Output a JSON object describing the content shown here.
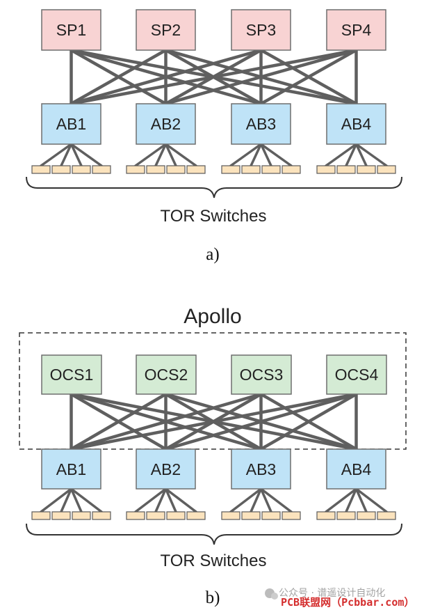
{
  "diagram_a": {
    "spine": [
      {
        "label": "SP1"
      },
      {
        "label": "SP2"
      },
      {
        "label": "SP3"
      },
      {
        "label": "SP4"
      }
    ],
    "aggregation": [
      {
        "label": "AB1"
      },
      {
        "label": "AB2"
      },
      {
        "label": "AB3"
      },
      {
        "label": "AB4"
      }
    ],
    "tor_label": "TOR Switches",
    "caption": "a)"
  },
  "diagram_b": {
    "group_label": "Apollo",
    "ocs": [
      {
        "label": "OCS1"
      },
      {
        "label": "OCS2"
      },
      {
        "label": "OCS3"
      },
      {
        "label": "OCS4"
      }
    ],
    "aggregation": [
      {
        "label": "AB1"
      },
      {
        "label": "AB2"
      },
      {
        "label": "AB3"
      },
      {
        "label": "AB4"
      }
    ],
    "tor_label": "TOR Switches",
    "caption": "b)"
  },
  "watermark": {
    "line1": "公众号 · 谱遥设计自动化",
    "line2": "PCB联盟网（Pcbbar.com）"
  },
  "colors": {
    "spine_fill": "#f8d3d3",
    "ocs_fill": "#d4ebd4",
    "ab_fill": "#bfe3f7",
    "tor_fill": "#fbe3bd",
    "link": "#5f5f5f",
    "node_border": "#6e6e6e"
  },
  "tor_per_ab": 4
}
